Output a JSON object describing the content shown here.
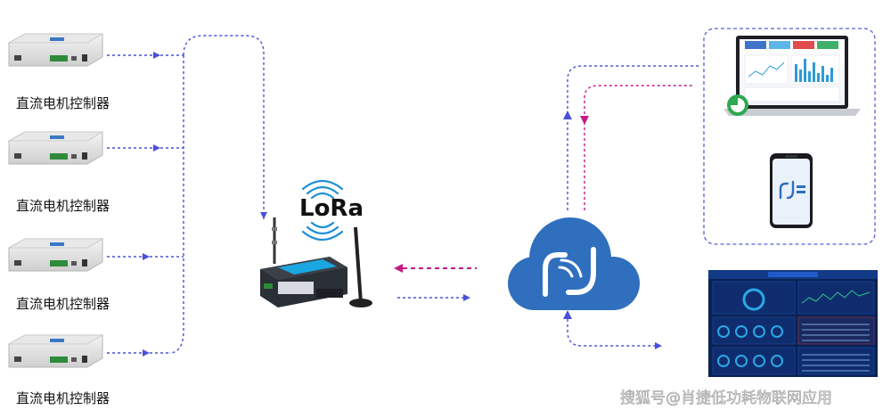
{
  "devices": [
    {
      "label": "直流电机控制器"
    },
    {
      "label": "直流电机控制器"
    },
    {
      "label": "直流电机控制器"
    },
    {
      "label": "直流电机控制器"
    }
  ],
  "gateway": {
    "badge": "LoRa"
  },
  "colors": {
    "link_blue": "#4a50d8",
    "link_magenta": "#c21a86",
    "cloud": "#2f6fbe",
    "client_border": "#5560d0",
    "dashboard_bg": "#0b2255"
  },
  "watermark": "搜狐号@肖捷低功耗物联网应用"
}
